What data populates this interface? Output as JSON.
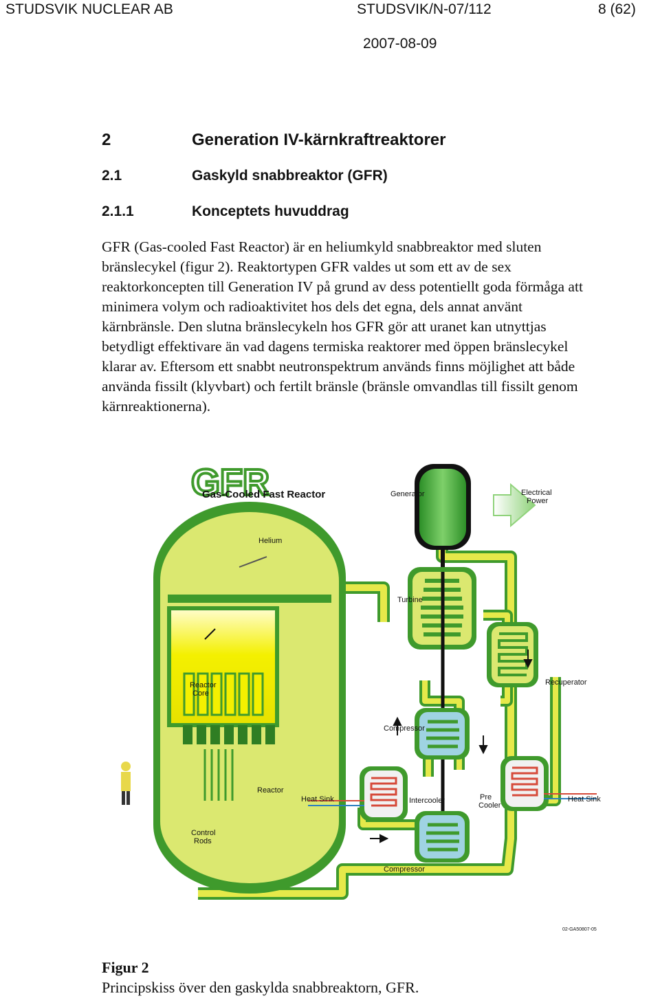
{
  "header": {
    "company": "STUDSVIK NUCLEAR AB",
    "report_id": "STUDSVIK/N-07/112",
    "page": "8 (62)",
    "date": "2007-08-09"
  },
  "section": {
    "num": "2",
    "title": "Generation IV-kärnkraftreaktorer"
  },
  "subsection": {
    "num": "2.1",
    "title": "Gaskyld snabbreaktor (GFR)"
  },
  "subsubsection": {
    "num": "2.1.1",
    "title": "Konceptets huvuddrag"
  },
  "body": "GFR (Gas-cooled Fast Reactor) är en heliumkyld snabbreaktor med sluten bränslecykel (figur 2). Reaktortypen GFR valdes ut som ett av de sex reaktorkoncepten till Generation IV på grund av dess potentiellt goda förmåga att minimera volym och radioaktivitet hos dels det egna, dels annat använt kärnbränsle. Den slutna bränslecykeln hos GFR gör att uranet kan utnyttjas betydligt effektivare än vad dagens termiska reaktorer med öppen bränslecykel klarar av. Eftersom ett snabbt neutronspektrum används finns möjlighet att både använda fissilt (klyvbart) och fertilt bränsle (bränsle omvandlas till fissilt genom kärnreaktionerna).",
  "figure": {
    "logo": "GFR",
    "title": "Gas-Cooled Fast Reactor",
    "labels": {
      "generator": "Generator",
      "electrical_power": [
        "Electrical",
        "Power"
      ],
      "helium": "Helium",
      "turbine": "Turbine",
      "recuperator": "Recuperator",
      "reactor_core": [
        "Reactor",
        "Core"
      ],
      "compressor_top": "Compressor",
      "reactor": "Reactor",
      "heat_sink_left": "Heat Sink",
      "intercooler": "Intercooler",
      "pre_cooler": [
        "Pre",
        "Cooler"
      ],
      "heat_sink_right": "Heat Sink",
      "control_rods": [
        "Control",
        "Rods"
      ],
      "compressor_bottom": "Compressor",
      "code": "02-GA50807-05"
    },
    "colors": {
      "pipe_green": "#3f9a2c",
      "pipe_yellow": "#e6e94a",
      "core_yellow": "#f4f000",
      "vessel_fill": "#dbe870",
      "hx_blue": "#9fd3e2",
      "hx_hot": "#d64a3a",
      "hx_cool": "#2c7fc0",
      "arrow_green": "#8fd27a"
    }
  },
  "caption": {
    "label": "Figur 2",
    "text": "Principskiss över den gaskylda snabbreaktorn, GFR."
  }
}
